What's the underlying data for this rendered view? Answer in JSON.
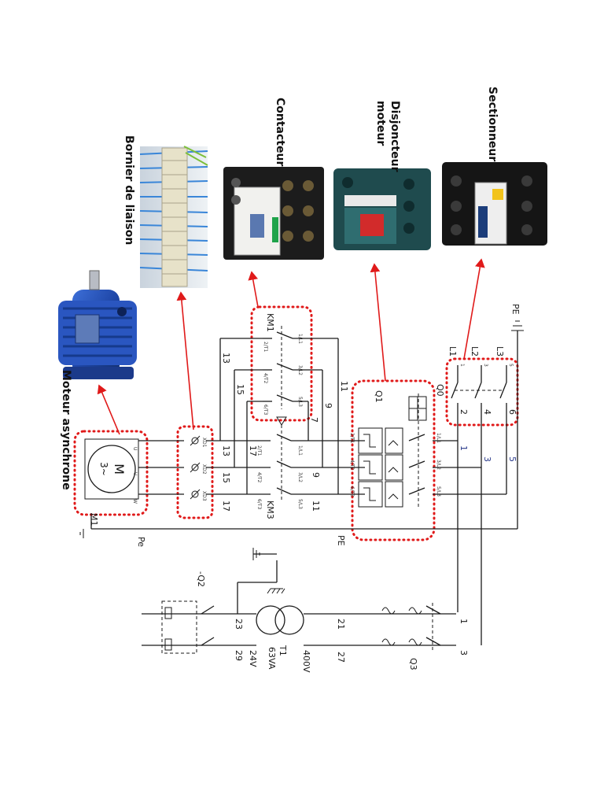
{
  "captions": {
    "bornier": "Bornier de liaison",
    "contacteur": "Contacteur",
    "disjoncteur": "Disjoncteur moteur",
    "sectionneur": "Sectionneur",
    "moteur": "Moteur asynchrone"
  },
  "refs": {
    "pe_top": "PE",
    "pe_bus": "PE",
    "pe_motor": "Pe",
    "q0": "Q0",
    "q1": "Q1",
    "km1": "KM1",
    "km3": "KM3",
    "m1": "M1",
    "q2": "-Q2",
    "q3": "Q3",
    "t1": "T1",
    "va": "63VA",
    "v400": "400V",
    "v24": "24V"
  },
  "phases": [
    "L1",
    "L2",
    "L3"
  ],
  "motor": {
    "symbol": "M",
    "sub": "3~",
    "terminals": [
      "U",
      "V",
      "W"
    ]
  },
  "terminal_block": [
    "XD1",
    "XD2",
    "XD3"
  ],
  "q0_terminals": [
    "1",
    "3",
    "5",
    "2",
    "4",
    "6"
  ],
  "q1_terminals": [
    "1/L1",
    "3/L2",
    "5/L3",
    "2/T1",
    "4/T2",
    "6/T3"
  ],
  "km_terminals": [
    "1/L1",
    "3/L2",
    "5/L3",
    "2/T1",
    "4/T2",
    "6/T3"
  ],
  "wire_numbers": {
    "w13": "13",
    "w15": "15",
    "w17": "17",
    "w11": "11",
    "w9": "9",
    "w7": "7",
    "w1": "1",
    "w3": "3",
    "w5": "5",
    "w21": "21",
    "w27": "27",
    "w23": "23",
    "w29": "29"
  },
  "colors": {
    "highlight": "#e01a1a",
    "wire": "#1a1a1a",
    "number": "#2a3a8a"
  }
}
